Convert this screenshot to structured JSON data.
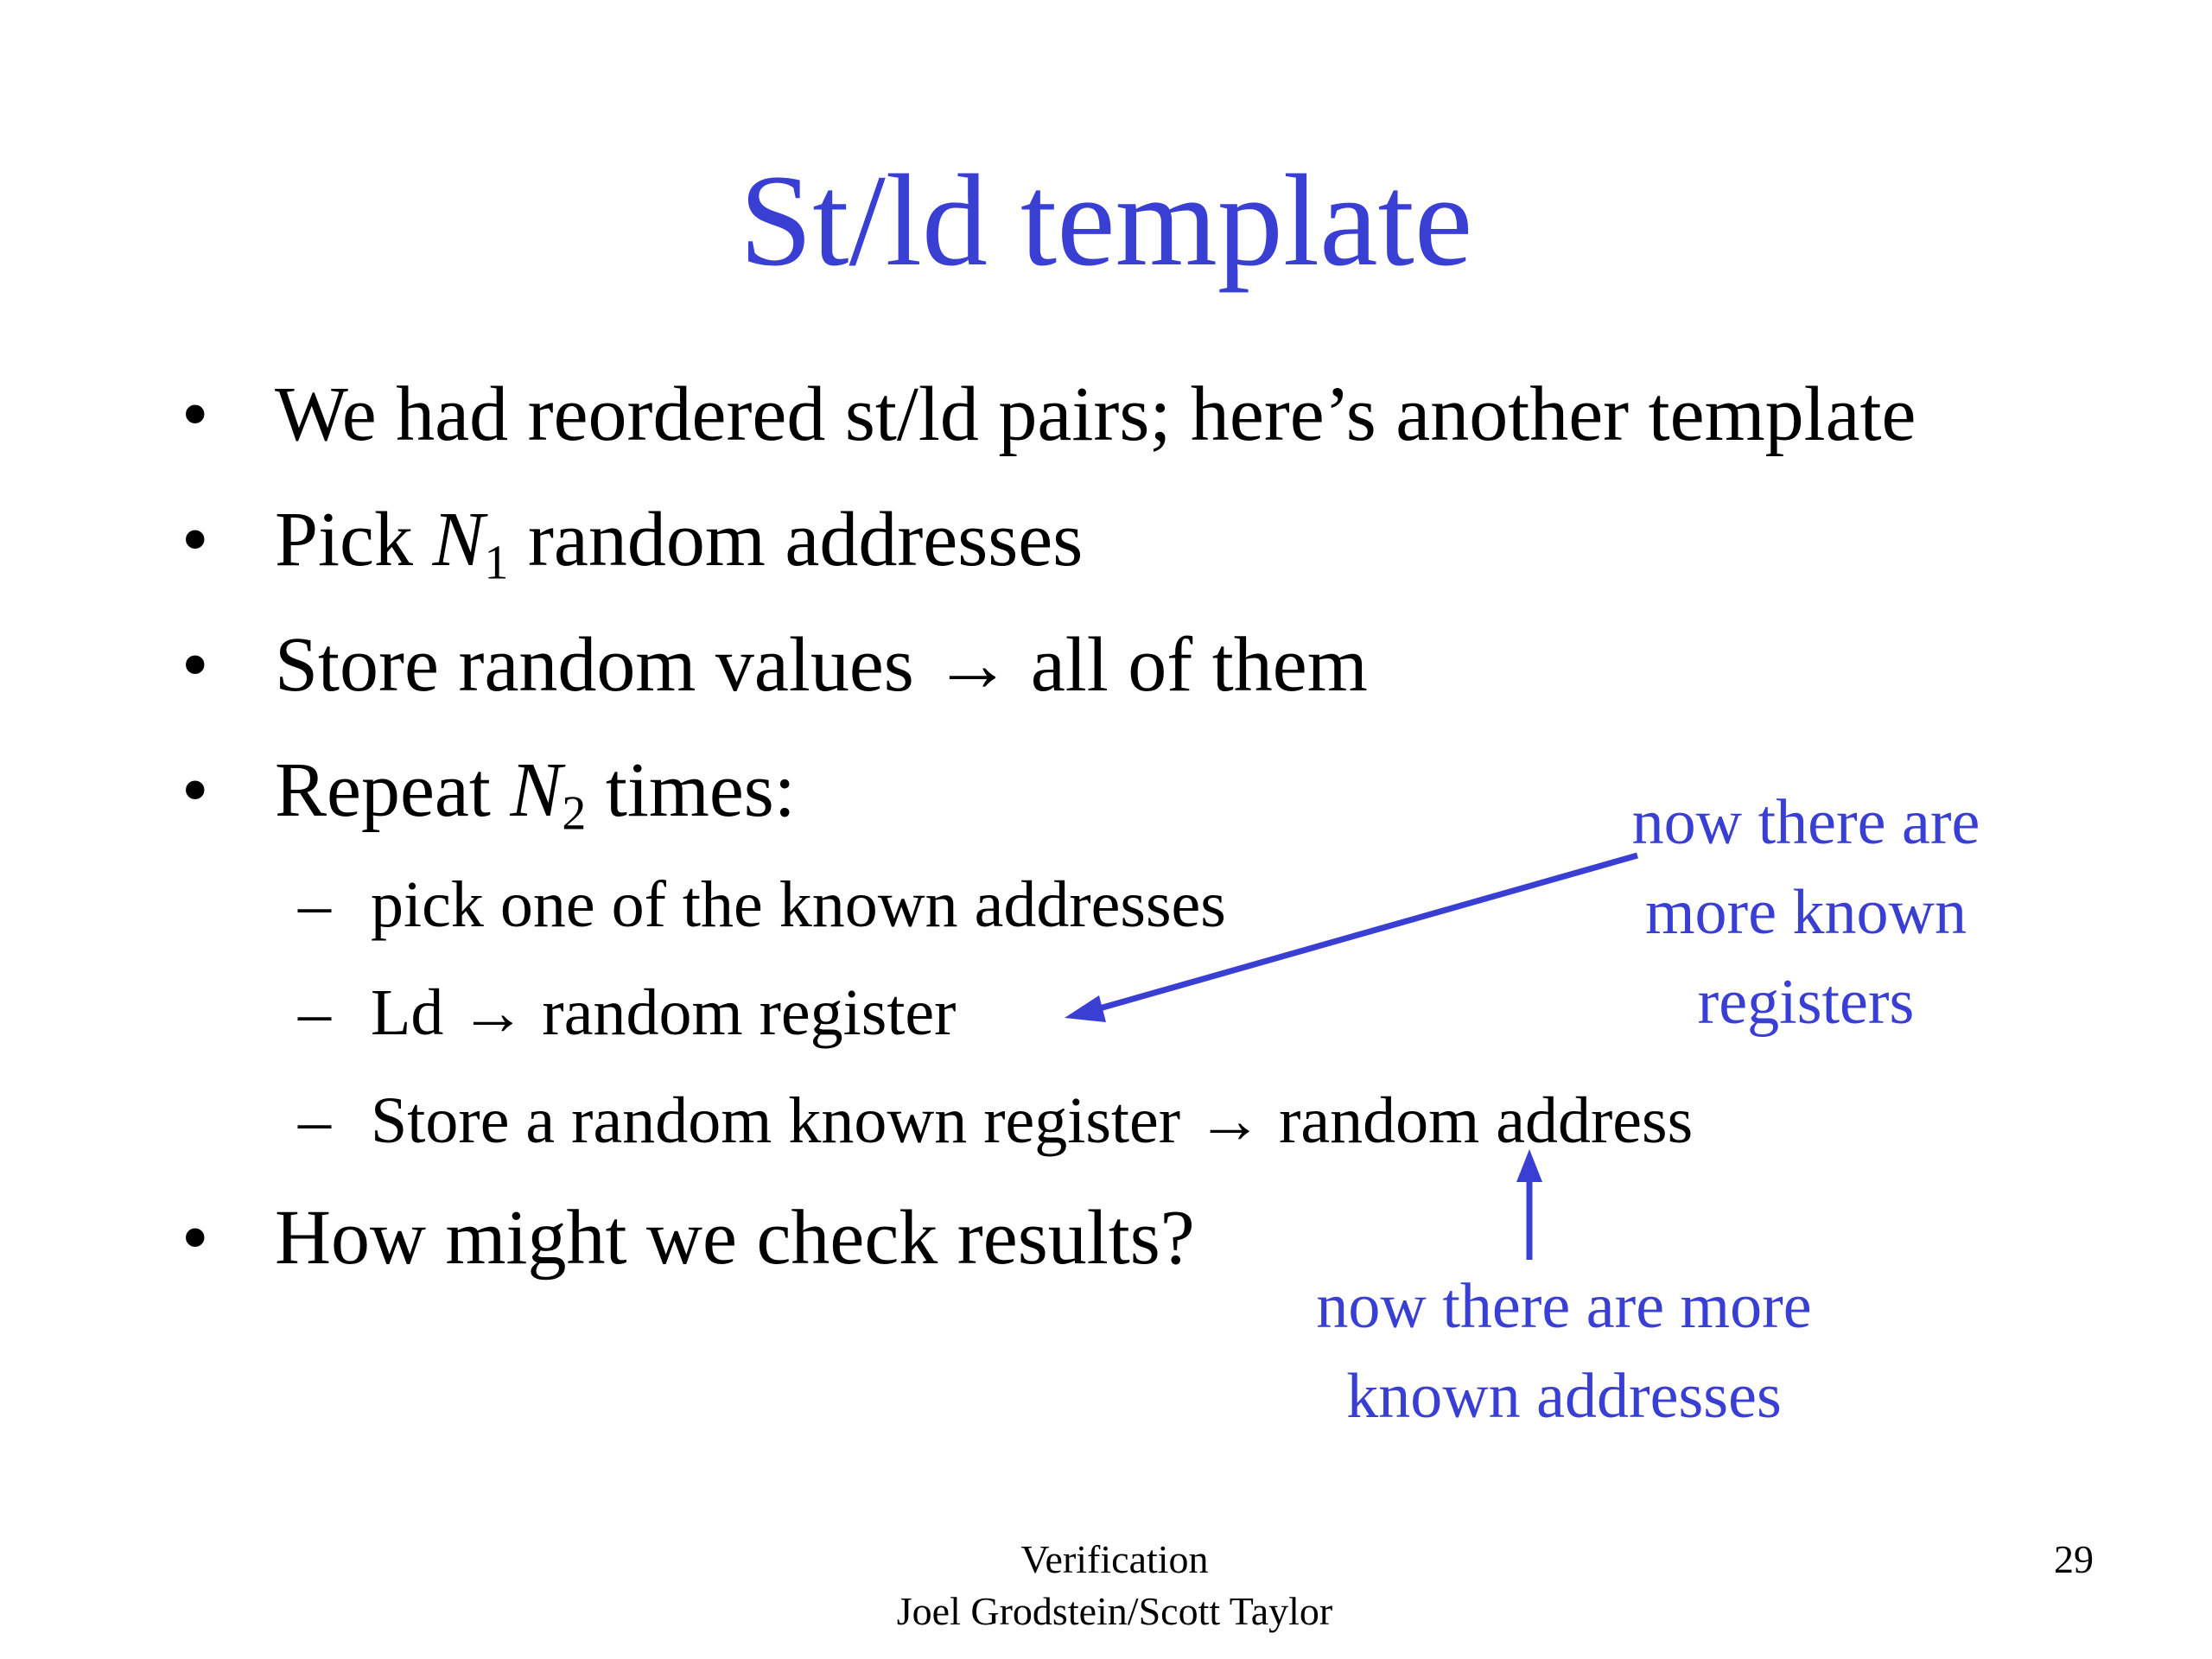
{
  "slide": {
    "title": "St/ld template",
    "bullets": [
      {
        "text": "We had reordered st/ld pairs; here’s another template"
      },
      {
        "before": "Pick ",
        "var": "N",
        "sub": "1",
        "after": " random addresses"
      },
      {
        "text": "Store random values → all of them"
      },
      {
        "before": "Repeat ",
        "var": "N",
        "sub": "2",
        "after": " times:"
      },
      {
        "text": "How might we check results?"
      }
    ],
    "bullet_marker": "•",
    "sub_marker": "–",
    "subitems": [
      "pick one of the known addresses",
      "Ld → random register",
      "Store a random known register → random address"
    ],
    "annotations": {
      "registers": [
        "now there are",
        "more known",
        "registers"
      ],
      "addresses": [
        "now there are more",
        "known addresses"
      ]
    },
    "footer": {
      "line1": "Verification",
      "line2": "Joel Grodstein/Scott Taylor",
      "page_number": "29"
    },
    "colors": {
      "accent": "#3a3fd4",
      "text": "#000000",
      "background": "#ffffff"
    }
  }
}
